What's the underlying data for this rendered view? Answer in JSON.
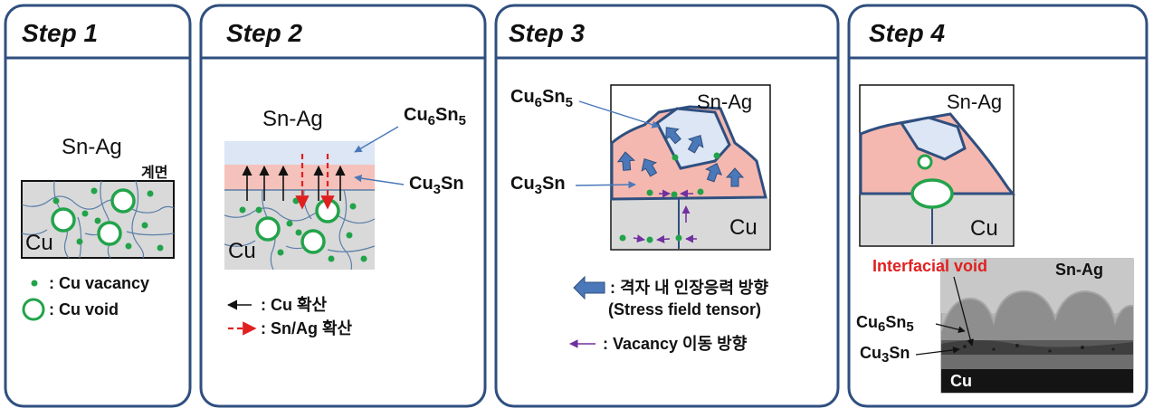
{
  "panels": [
    {
      "title": "Step 1"
    },
    {
      "title": "Step 2"
    },
    {
      "title": "Step 3"
    },
    {
      "title": "Step 4"
    }
  ],
  "step1": {
    "snag": "Sn-Ag",
    "interface": "계면",
    "cu": "Cu",
    "legend_vacancy": ": Cu vacancy",
    "legend_void": ": Cu void"
  },
  "step2": {
    "snag": "Sn-Ag",
    "cu6sn5": {
      "base": "Cu",
      "sub1": "6",
      "mid": "Sn",
      "sub2": "5"
    },
    "cu3sn": {
      "base": "Cu",
      "sub1": "3",
      "mid": "Sn"
    },
    "cu": "Cu",
    "legend_cu": ": Cu 확산",
    "legend_snag": ": Sn/Ag 확산"
  },
  "step3": {
    "snag": "Sn-Ag",
    "cu6sn5": {
      "base": "Cu",
      "sub1": "6",
      "mid": "Sn",
      "sub2": "5"
    },
    "cu3sn": {
      "base": "Cu",
      "sub1": "3",
      "mid": "Sn"
    },
    "cu": "Cu",
    "legend_stress_1": ": 격자 내 인장응력 방향",
    "legend_stress_2": "(Stress field tensor)",
    "legend_vacancy": ": Vacancy 이동 방향"
  },
  "step4": {
    "snag": "Sn-Ag",
    "cu": "Cu",
    "micro_void": "Interfacial void",
    "micro_snag": "Sn-Ag",
    "micro_cu6sn5": {
      "base": "Cu",
      "sub1": "6",
      "mid": "Sn",
      "sub2": "5"
    },
    "micro_cu3sn": {
      "base": "Cu",
      "sub1": "3",
      "mid": "Sn"
    },
    "micro_cu": "Cu"
  },
  "colors": {
    "border": "#2f4f7f",
    "cu_gray": "#d9d9d9",
    "cu3sn_pink": "#f4b8b0",
    "cu6sn5_blue": "#dce6f4",
    "vacancy_green": "#22a34a",
    "arrow_blue": "#4a78b8",
    "red_dash": "#e02020",
    "purple": "#7030a0"
  }
}
